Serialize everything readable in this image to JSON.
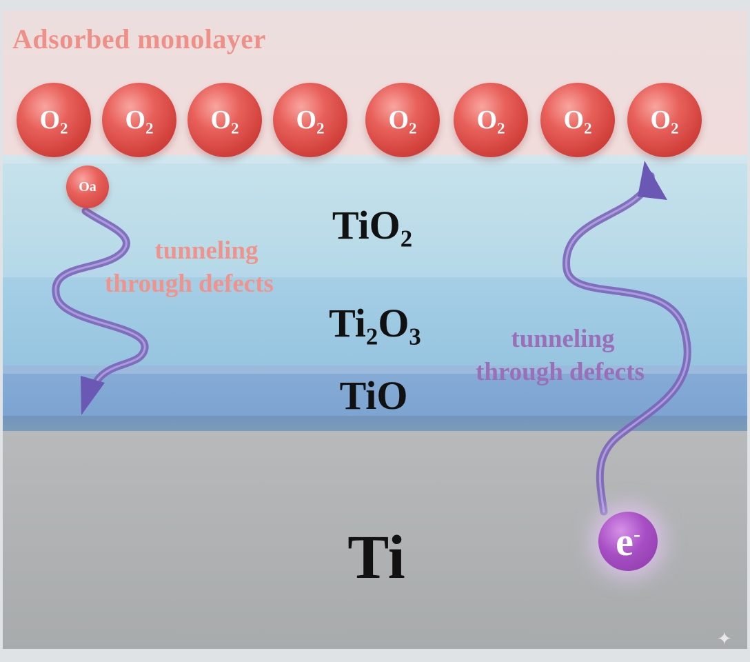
{
  "diagram": {
    "layers": [
      {
        "id": "adsorbed",
        "label": "Adsorbed monolayer",
        "color": "#f0dcdc"
      },
      {
        "id": "tio2",
        "label": "TiO₂",
        "color": "#bcdde9"
      },
      {
        "id": "ti2o3",
        "label": "Ti₂O₃",
        "color": "#9ecae2"
      },
      {
        "id": "tio",
        "label": "TiO",
        "color": "#80a8d3"
      },
      {
        "id": "ti",
        "label": "Ti",
        "color": "#b0b2b3"
      }
    ],
    "o2_molecules": [
      "O₂",
      "O₂",
      "O₂",
      "O₂",
      "O₂",
      "O₂",
      "O₂",
      "O₂"
    ],
    "oxygen_atom": "Oa",
    "left_annotation": {
      "line1": "tunneling",
      "line2": "through defects",
      "color": "#ef948c"
    },
    "right_annotation": {
      "line1": "tunneling",
      "line2": "through defects",
      "color": "#9a6fb8"
    },
    "electron": {
      "symbol": "e",
      "charge": "-"
    },
    "arrow_color": "#7b64b8",
    "watermark_icon": "sparkle-icon"
  }
}
